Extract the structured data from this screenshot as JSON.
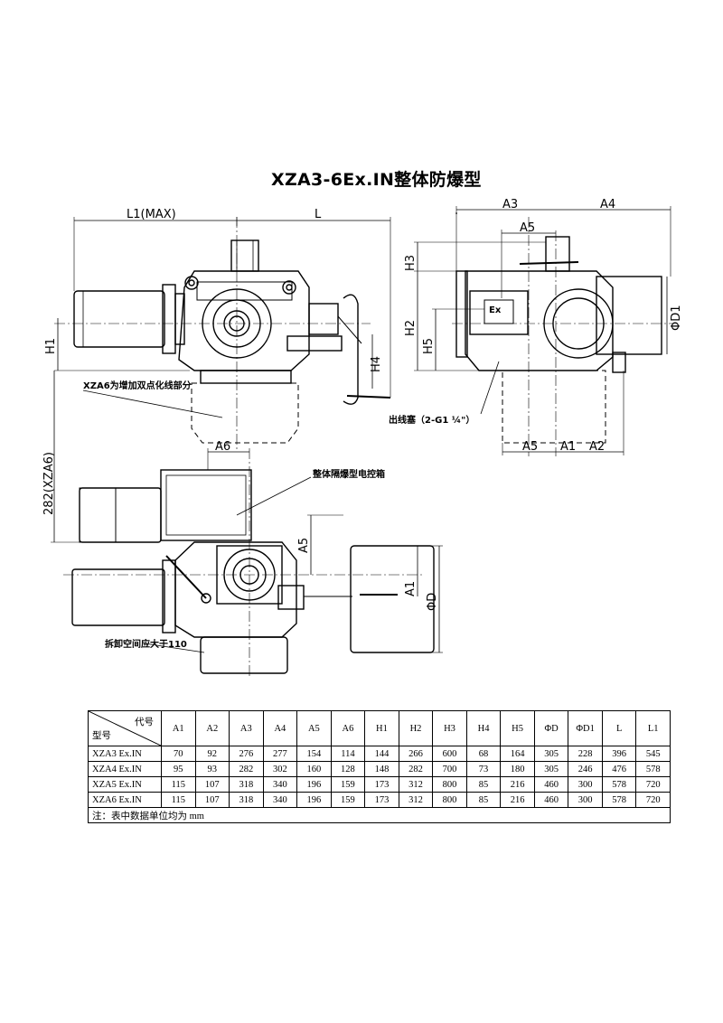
{
  "title": "XZA3-6Ex.IN整体防爆型",
  "front_view": {
    "dims": {
      "l1": "L1(MAX)",
      "l": "L",
      "h1": "H1",
      "h4": "H4"
    },
    "note_xza6": "XZA6为增加双点化线部分"
  },
  "side_view": {
    "dims": {
      "a3": "A3",
      "a4": "A4",
      "a5_top": "A5",
      "h3": "H3",
      "h2": "H2",
      "h5": "H5",
      "d1": "ΦD1",
      "a5_bottom": "A5",
      "a1": "A1",
      "a2": "A2"
    },
    "ex_mark": "Ex",
    "cable_gland": "出线塞（2-G1 ¼\"）"
  },
  "top_view": {
    "dims": {
      "a6": "A6",
      "h282": "282(XZA6)",
      "a5": "A5",
      "a1": "A1",
      "d": "ΦD"
    },
    "box_note": "整体隔爆型电控箱",
    "space_note": "拆卸空间应大于110"
  },
  "table": {
    "corner_top": "代号",
    "corner_bottom": "型号",
    "headers": [
      "A1",
      "A2",
      "A3",
      "A4",
      "A5",
      "A6",
      "H1",
      "H2",
      "H3",
      "H4",
      "H5",
      "ΦD",
      "ΦD1",
      "L",
      "L1"
    ],
    "rows": [
      {
        "model": "XZA3 Ex.IN",
        "values": [
          "70",
          "92",
          "276",
          "277",
          "154",
          "114",
          "144",
          "266",
          "600",
          "68",
          "164",
          "305",
          "228",
          "396",
          "545"
        ]
      },
      {
        "model": "XZA4 Ex.IN",
        "values": [
          "95",
          "93",
          "282",
          "302",
          "160",
          "128",
          "148",
          "282",
          "700",
          "73",
          "180",
          "305",
          "246",
          "476",
          "578"
        ]
      },
      {
        "model": "XZA5 Ex.IN",
        "values": [
          "115",
          "107",
          "318",
          "340",
          "196",
          "159",
          "173",
          "312",
          "800",
          "85",
          "216",
          "460",
          "300",
          "578",
          "720"
        ]
      },
      {
        "model": "XZA6 Ex.IN",
        "values": [
          "115",
          "107",
          "318",
          "340",
          "196",
          "159",
          "173",
          "312",
          "800",
          "85",
          "216",
          "460",
          "300",
          "578",
          "720"
        ]
      }
    ],
    "footnote": "注：表中数据单位均为 mm"
  }
}
